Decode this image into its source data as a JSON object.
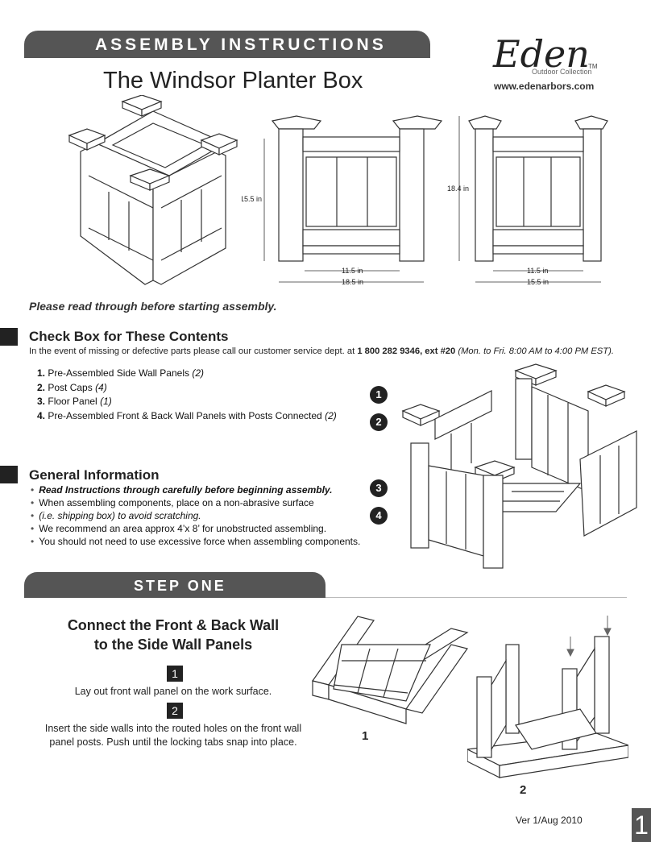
{
  "header": {
    "banner": "ASSEMBLY INSTRUCTIONS",
    "title": "The Windsor Planter Box",
    "logo_text": "Eden",
    "logo_sub": "Outdoor Collection",
    "tm": "TM",
    "url": "www.edenarbors.com"
  },
  "dimensions": {
    "height_side": "15.5 in",
    "height_total": "18.4 in",
    "front_inner": "11.5 in",
    "front_outer": "18.5 in",
    "side_inner": "11.5 in",
    "side_outer": "15.5 in"
  },
  "note": "Please read through before starting assembly.",
  "contents": {
    "heading": "Check Box for These Contents",
    "intro_pre": "In the event of missing or defective parts please call our customer service dept. at ",
    "phone": "1 800 282 9346, ext #20",
    "hours": " (Mon. to Fri. 8:00 AM to 4:00 PM EST).",
    "items": [
      {
        "num": "1.",
        "name": "Pre-Assembled Side Wall Panels",
        "qty": "(2)"
      },
      {
        "num": "2.",
        "name": "Post Caps",
        "qty": "(4)"
      },
      {
        "num": "3.",
        "name": "Floor Panel",
        "qty": "(1)"
      },
      {
        "num": "4.",
        "name": "Pre-Assembled Front & Back Wall Panels with Posts Connected",
        "qty": "(2)"
      }
    ],
    "callouts": [
      "1",
      "2",
      "3",
      "4"
    ]
  },
  "general": {
    "heading": "General Information",
    "bullets": [
      "Read Instructions through carefully before beginning assembly.",
      "When assembling components, place on a non-abrasive surface",
      "(i.e. shipping box) to avoid scratching.",
      "We recommend an area approx 4’x 8’ for unobstructed assembling.",
      "You should not need to use excessive force when assembling components."
    ]
  },
  "step_one": {
    "banner": "STEP ONE",
    "heading_line1": "Connect the Front & Back Wall",
    "heading_line2": "to the Side Wall Panels",
    "step1_num": "1",
    "step1_text": "Lay out front wall panel on the work surface.",
    "step2_num": "2",
    "step2_line1": "Insert the side walls into the routed holes on the front wall",
    "step2_line2": "panel posts. Push until the locking tabs snap into place.",
    "fig1_label": "1",
    "fig2_label": "2"
  },
  "footer": {
    "version": "Ver 1/Aug 2010",
    "page": "1"
  }
}
